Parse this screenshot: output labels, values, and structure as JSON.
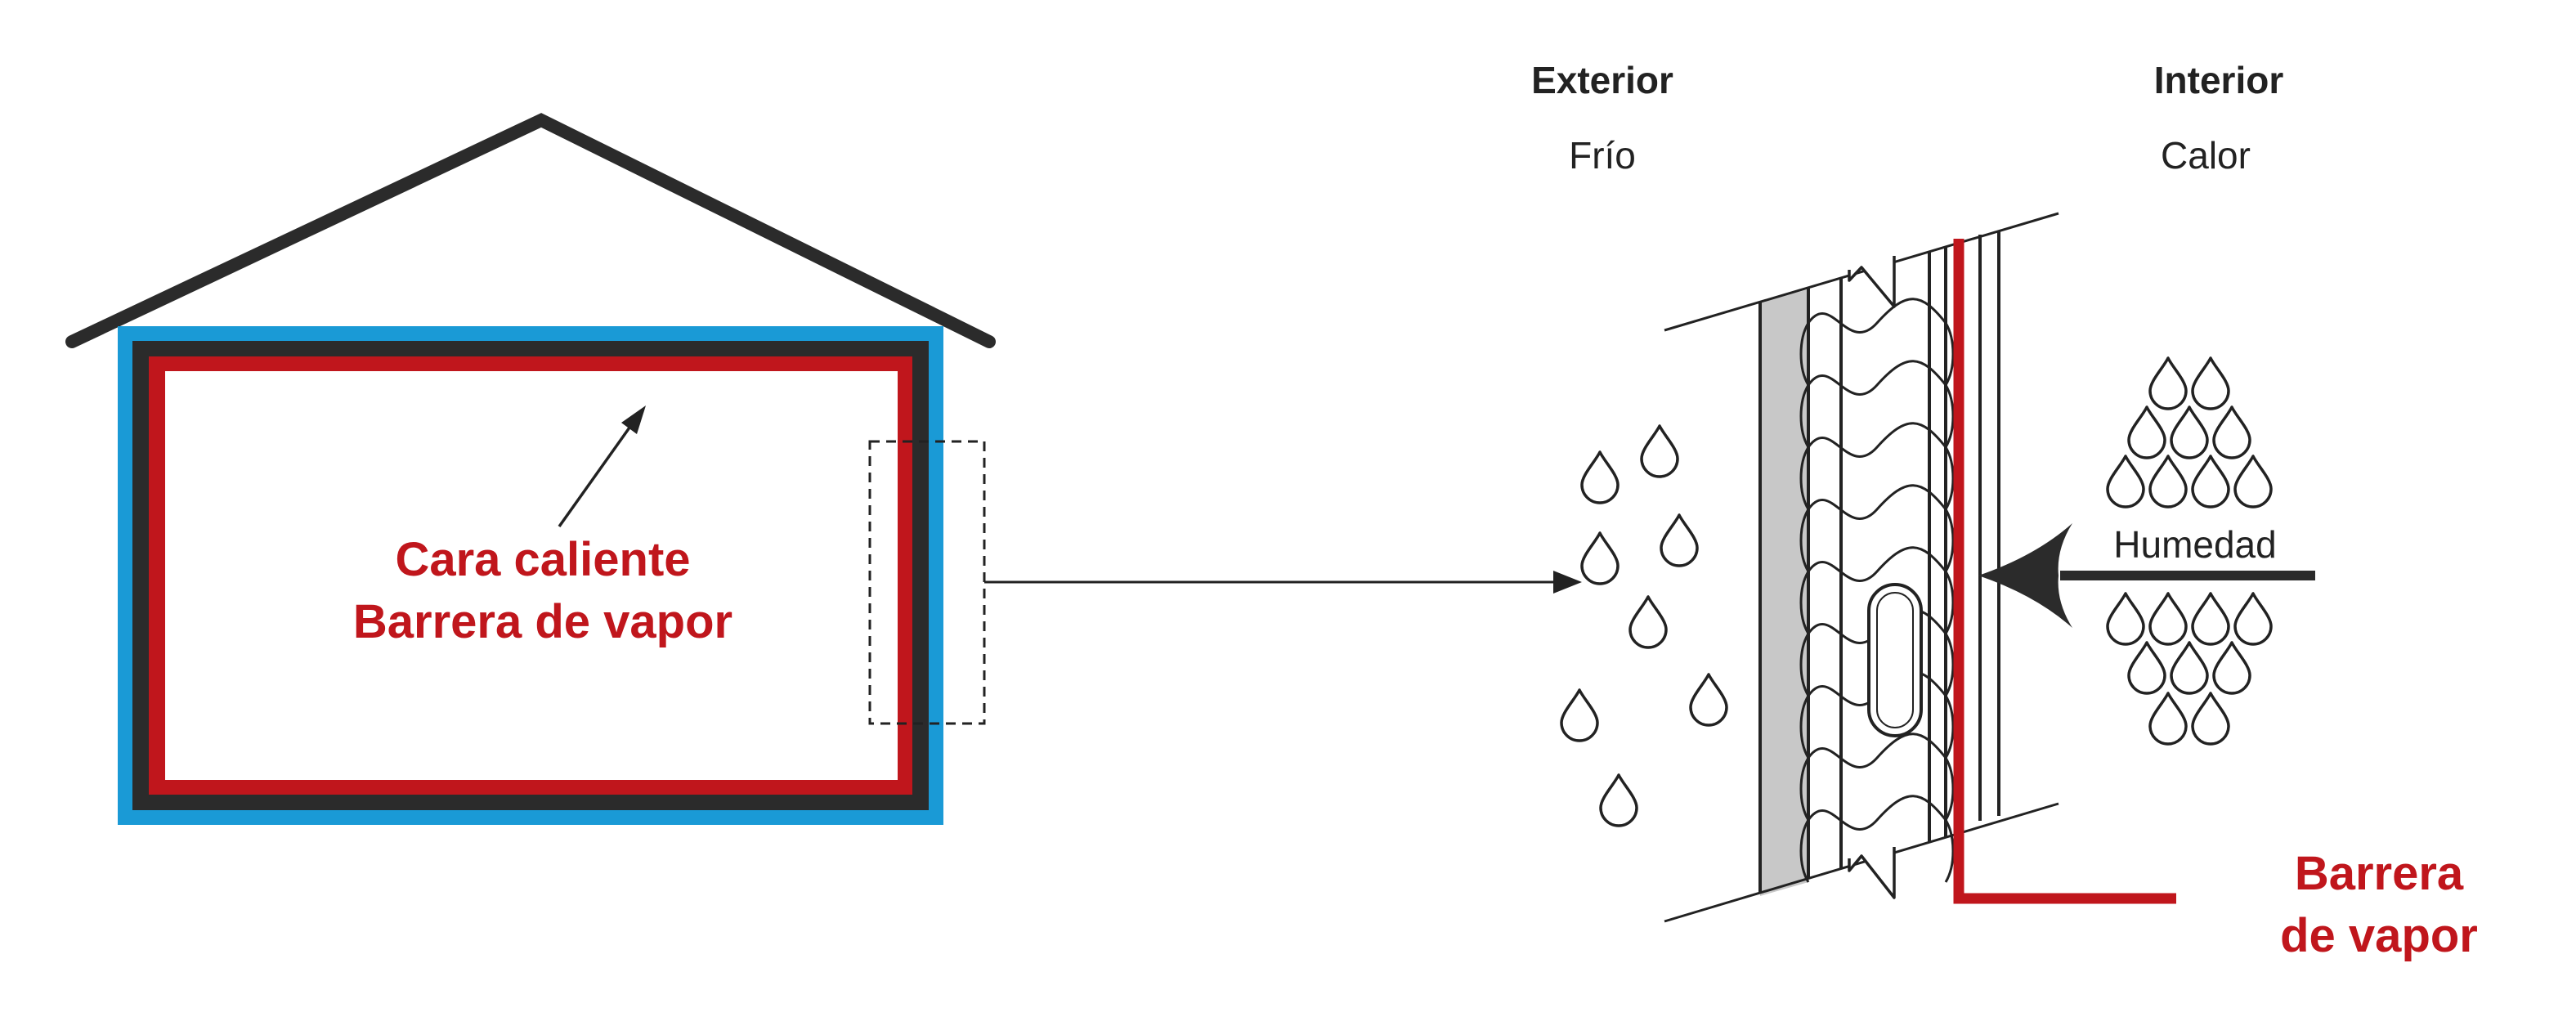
{
  "labels": {
    "exterior": "Exterior",
    "frio": "Frío",
    "interior": "Interior",
    "calor": "Calor",
    "humedad": "Humedad",
    "cara_caliente_line1": "Cara caliente",
    "cara_caliente_line2": "Barrera de vapor",
    "barrera_line1": "Barrera",
    "barrera_line2": "de vapor"
  },
  "colors": {
    "outer_insulation": "#1a9ad6",
    "wall": "#2b2b2b",
    "vapor_barrier": "#c0161c",
    "sheathing": "#c8c8c8",
    "line": "#222222"
  },
  "icons": {
    "droplet": "droplet-icon",
    "arrow": "arrow-icon"
  }
}
